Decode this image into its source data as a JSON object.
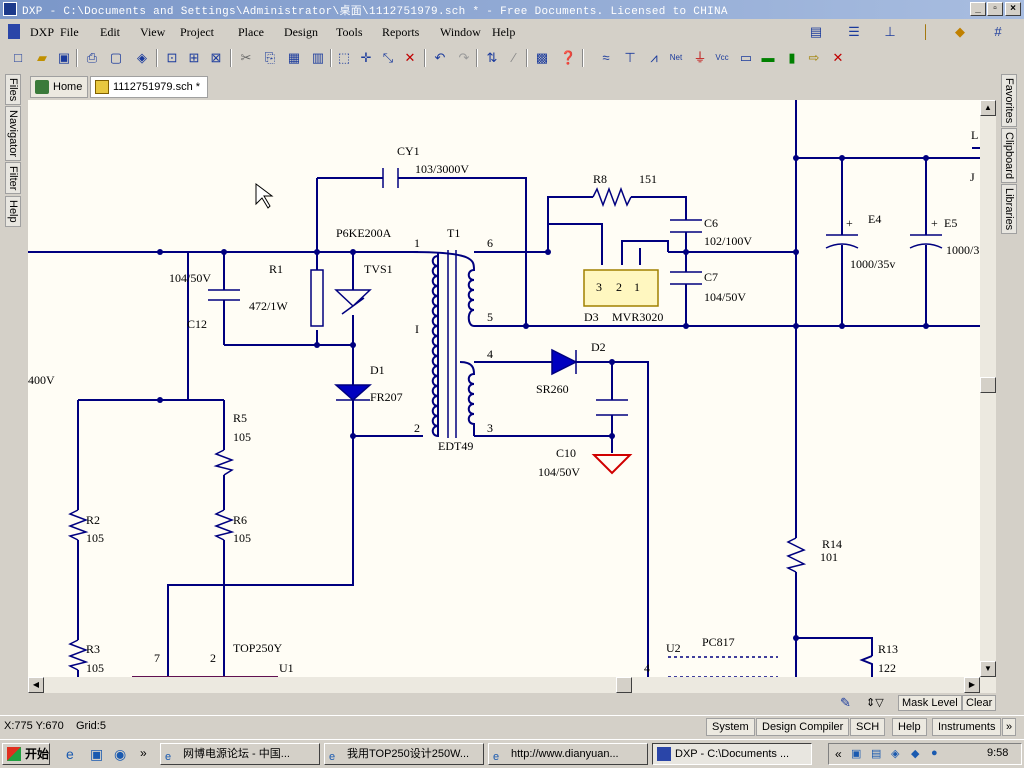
{
  "window": {
    "title": "DXP - C:\\Documents and Settings\\Administrator\\桌面\\1112751979.sch * - Free Documents. Licensed to CHINA"
  },
  "menu": {
    "items": [
      "DXP",
      "File",
      "Edit",
      "View",
      "Project",
      "Place",
      "Design",
      "Tools",
      "Reports",
      "Window",
      "Help"
    ]
  },
  "left_panel": [
    "Files",
    "Navigator",
    "Filter",
    "Help"
  ],
  "right_panel": [
    "Favorites",
    "Clipboard",
    "Libraries"
  ],
  "tabs": [
    {
      "label": "Home"
    },
    {
      "label": "1112751979.sch *"
    }
  ],
  "schematic": {
    "labels": {
      "cy1": "CY1",
      "cy1_val": "103/3000V",
      "r8": "R8",
      "r8_val": "151",
      "p6ke": "P6KE200A",
      "t1": "T1",
      "pin1": "1",
      "pin6": "6",
      "pin5": "5",
      "pin4": "4",
      "pin2": "2",
      "pin3": "3",
      "c6": "C6",
      "c6_val": "102/100V",
      "c7": "C7",
      "c7_val": "104/50V",
      "d3": "D3",
      "mvr": "MVR3020",
      "r1": "R1",
      "r1_val": "472/1W",
      "tvs1": "TVS1",
      "c104": "104/50V",
      "c12": "C12",
      "d1": "D1",
      "fr207": "FR207",
      "v400": "400V",
      "r5": "R5",
      "r5_val": "105",
      "r2": "R2",
      "r2_val": "105",
      "r6": "R6",
      "r6_val": "105",
      "r3": "R3",
      "r3_val": "105",
      "top250": "TOP250Y",
      "u1": "U1",
      "p7": "7",
      "p2": "2",
      "d2": "D2",
      "sr260": "SR260",
      "c10": "C10",
      "c10_val": "104/50V",
      "edt49": "EDT49",
      "e4": "E4",
      "e4_val": "1000/35v",
      "e5": "E5",
      "e5_val": "1000/3",
      "plus": "+",
      "l": "L",
      "j": "J",
      "r14": "R14",
      "r14_val": "101",
      "u2": "U2",
      "pc817": "PC817",
      "p4": "4",
      "r13": "R13",
      "r13_val": "122",
      "d3p3": "3",
      "d3p2": "2",
      "d3p1": "1",
      "tick": "I"
    }
  },
  "mask_bar": {
    "mask": "Mask Level",
    "clear": "Clear"
  },
  "status": {
    "coords": "X:775 Y:670",
    "grid": "Grid:5",
    "panels": [
      "System",
      "Design Compiler",
      "SCH",
      "Help",
      "Instruments"
    ]
  },
  "taskbar": {
    "start": "开始",
    "tasks": [
      "网博电源论坛 - 中国...",
      "我用TOP250设计250W...",
      "http://www.dianyuan...",
      "DXP - C:\\Documents ..."
    ],
    "clock": "9:58"
  },
  "colors": {
    "wire": "#00007f",
    "ground": "#d00000",
    "canvas": "#fffdf5",
    "accent": "#1a3a9c"
  }
}
